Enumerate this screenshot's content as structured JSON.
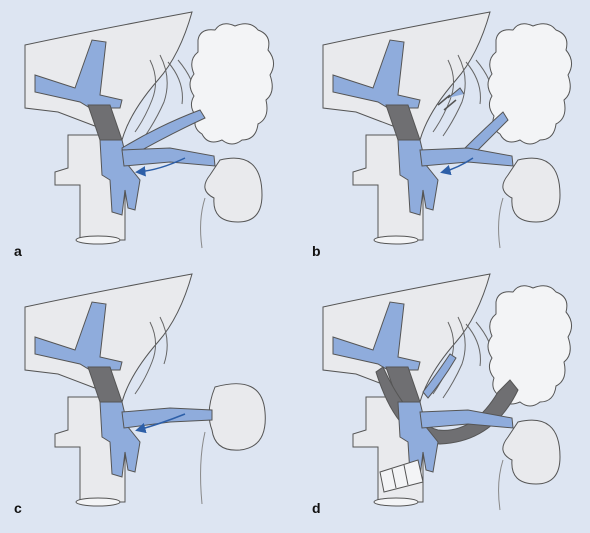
{
  "panels": [
    {
      "label": "a"
    },
    {
      "label": "b"
    },
    {
      "label": "c"
    },
    {
      "label": "d"
    }
  ],
  "colors": {
    "background": "#dde5f2",
    "liver": "#e9eaed",
    "vein": "#8facdc",
    "vein_dark": "#6f6f72",
    "outline": "#555555",
    "arrow": "#2d5fa8"
  }
}
